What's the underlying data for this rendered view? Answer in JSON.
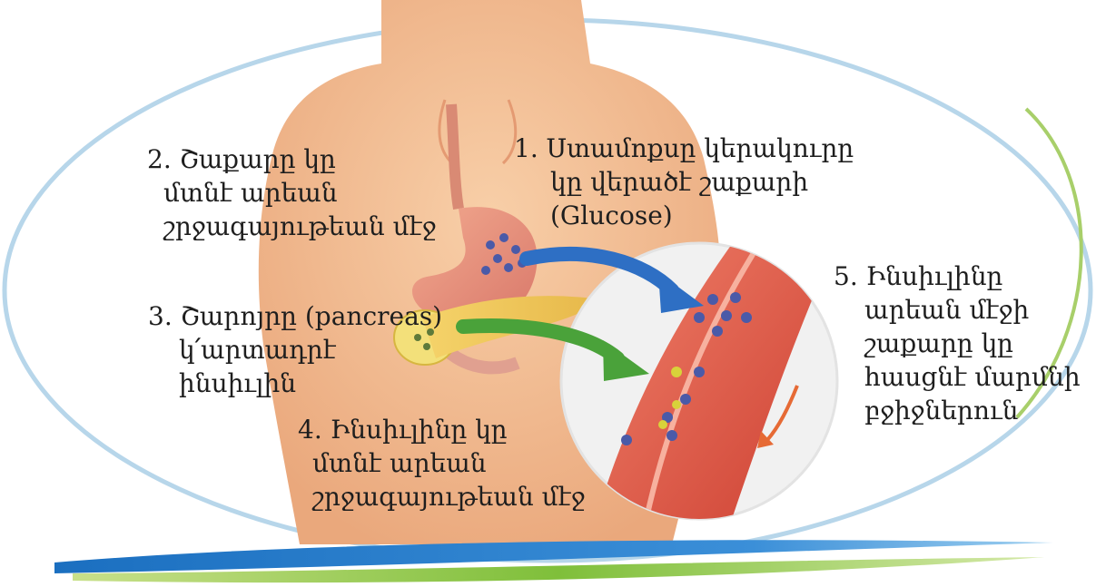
{
  "labels": {
    "step1": [
      "1. Ստամոքսը կերակուրը",
      "կը վերածէ շաքարի",
      "(Glucose)"
    ],
    "step2": [
      "2. Շաքարը կը",
      "մտնէ արեան",
      "շրջագայութեան մէջ"
    ],
    "step3": [
      "3. Շարոյրը (pancreas)",
      "կ՛արտադրէ",
      "ինսիւլին"
    ],
    "step4": [
      "4. Ինսիւլինը կը",
      "մտնէ արեան",
      "շրջագայութեան մէջ"
    ],
    "step5": [
      "5. Ինսիւլինը",
      "արեան մէջի",
      "շաքարը կը",
      "հասցնէ մարմնի",
      "բջիջներուն"
    ]
  },
  "colors": {
    "skin": "#f3bf95",
    "skin_shadow": "#e8a77a",
    "vessel": "#e0523f",
    "arrow_blue": "#2e6fc4",
    "arrow_green": "#4aa23a",
    "glucose_dot": "#4a5aa8",
    "insulin_dot": "#d8d23a",
    "ellipse_stroke": "#b9d8ec"
  }
}
